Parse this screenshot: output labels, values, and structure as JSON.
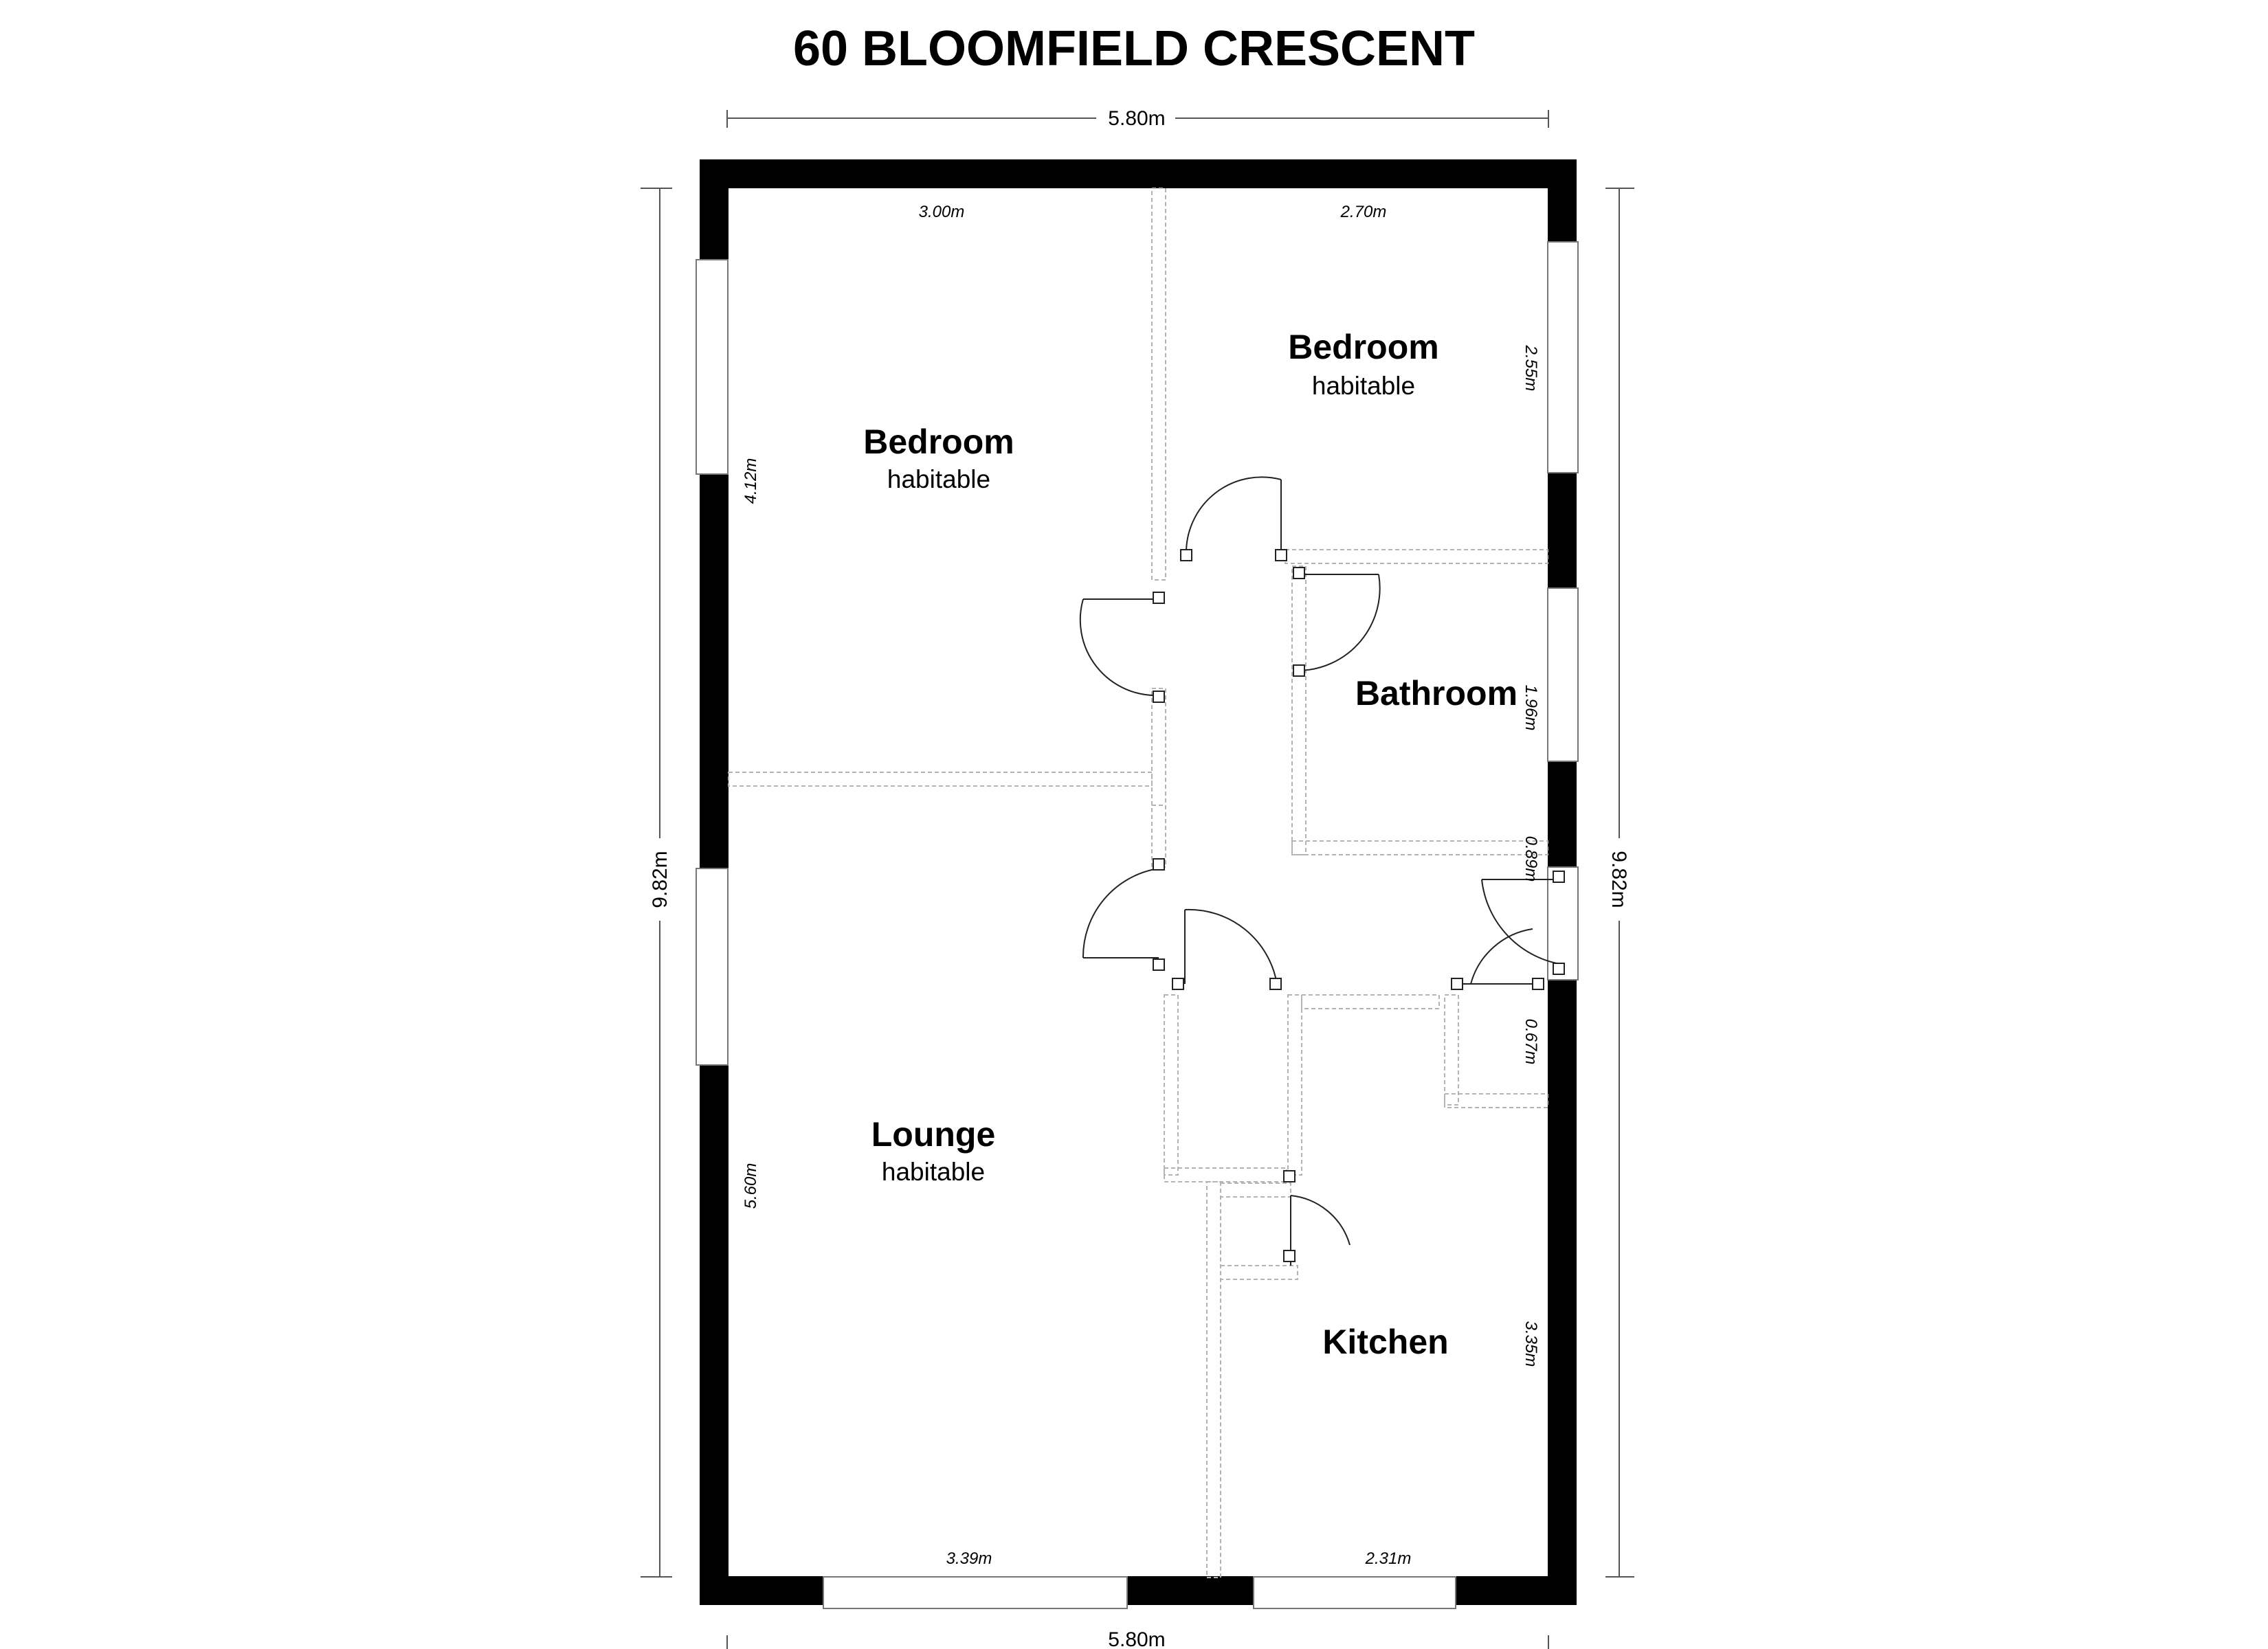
{
  "title": "60 BLOOMFIELD CRESCENT",
  "overall_dimensions": {
    "top": "5.80m",
    "bottom": "5.80m",
    "left": "9.82m",
    "right": "9.82m"
  },
  "rooms": [
    {
      "name": "Bedroom",
      "subtitle": "habitable",
      "width": "3.00m",
      "depth": "4.12m"
    },
    {
      "name": "Bedroom",
      "subtitle": "habitable",
      "width": "2.70m",
      "depth": "2.55m"
    },
    {
      "name": "Bathroom",
      "subtitle": "",
      "depth": "1.96m"
    },
    {
      "name": "Lounge",
      "subtitle": "habitable",
      "width": "3.39m",
      "depth": "5.60m"
    },
    {
      "name": "Kitchen",
      "subtitle": "",
      "width": "2.31m",
      "depth": "3.35m"
    }
  ],
  "minor_dimensions": [
    "0.89m",
    "0.67m"
  ],
  "colors": {
    "wall": "#000000",
    "partition": "#b4b4b4",
    "background": "#ffffff"
  }
}
